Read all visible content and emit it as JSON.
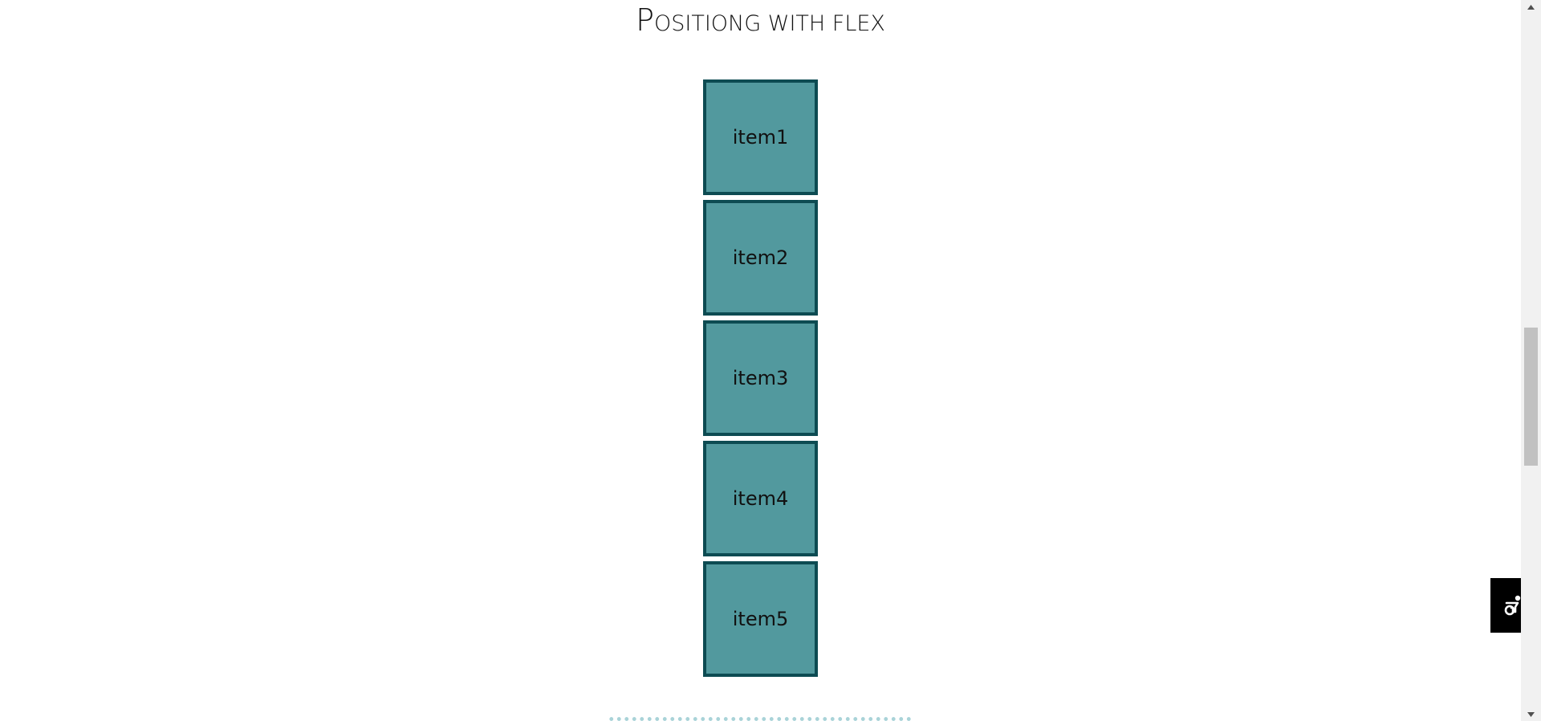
{
  "page": {
    "title_initial": "P",
    "title_rest": "ositiong with flex"
  },
  "flex": {
    "items": [
      {
        "label": "item1"
      },
      {
        "label": "item2"
      },
      {
        "label": "item3"
      },
      {
        "label": "item4"
      },
      {
        "label": "item5"
      }
    ]
  },
  "colors": {
    "item_fill": "#52999e",
    "item_border": "#0d4b52",
    "divider_dots": "#a9d3d8",
    "widget_bg": "#000000"
  },
  "icons": {
    "side_widget": "accessibility-icon",
    "scroll_up": "triangle-up-icon",
    "scroll_down": "triangle-down-icon"
  }
}
